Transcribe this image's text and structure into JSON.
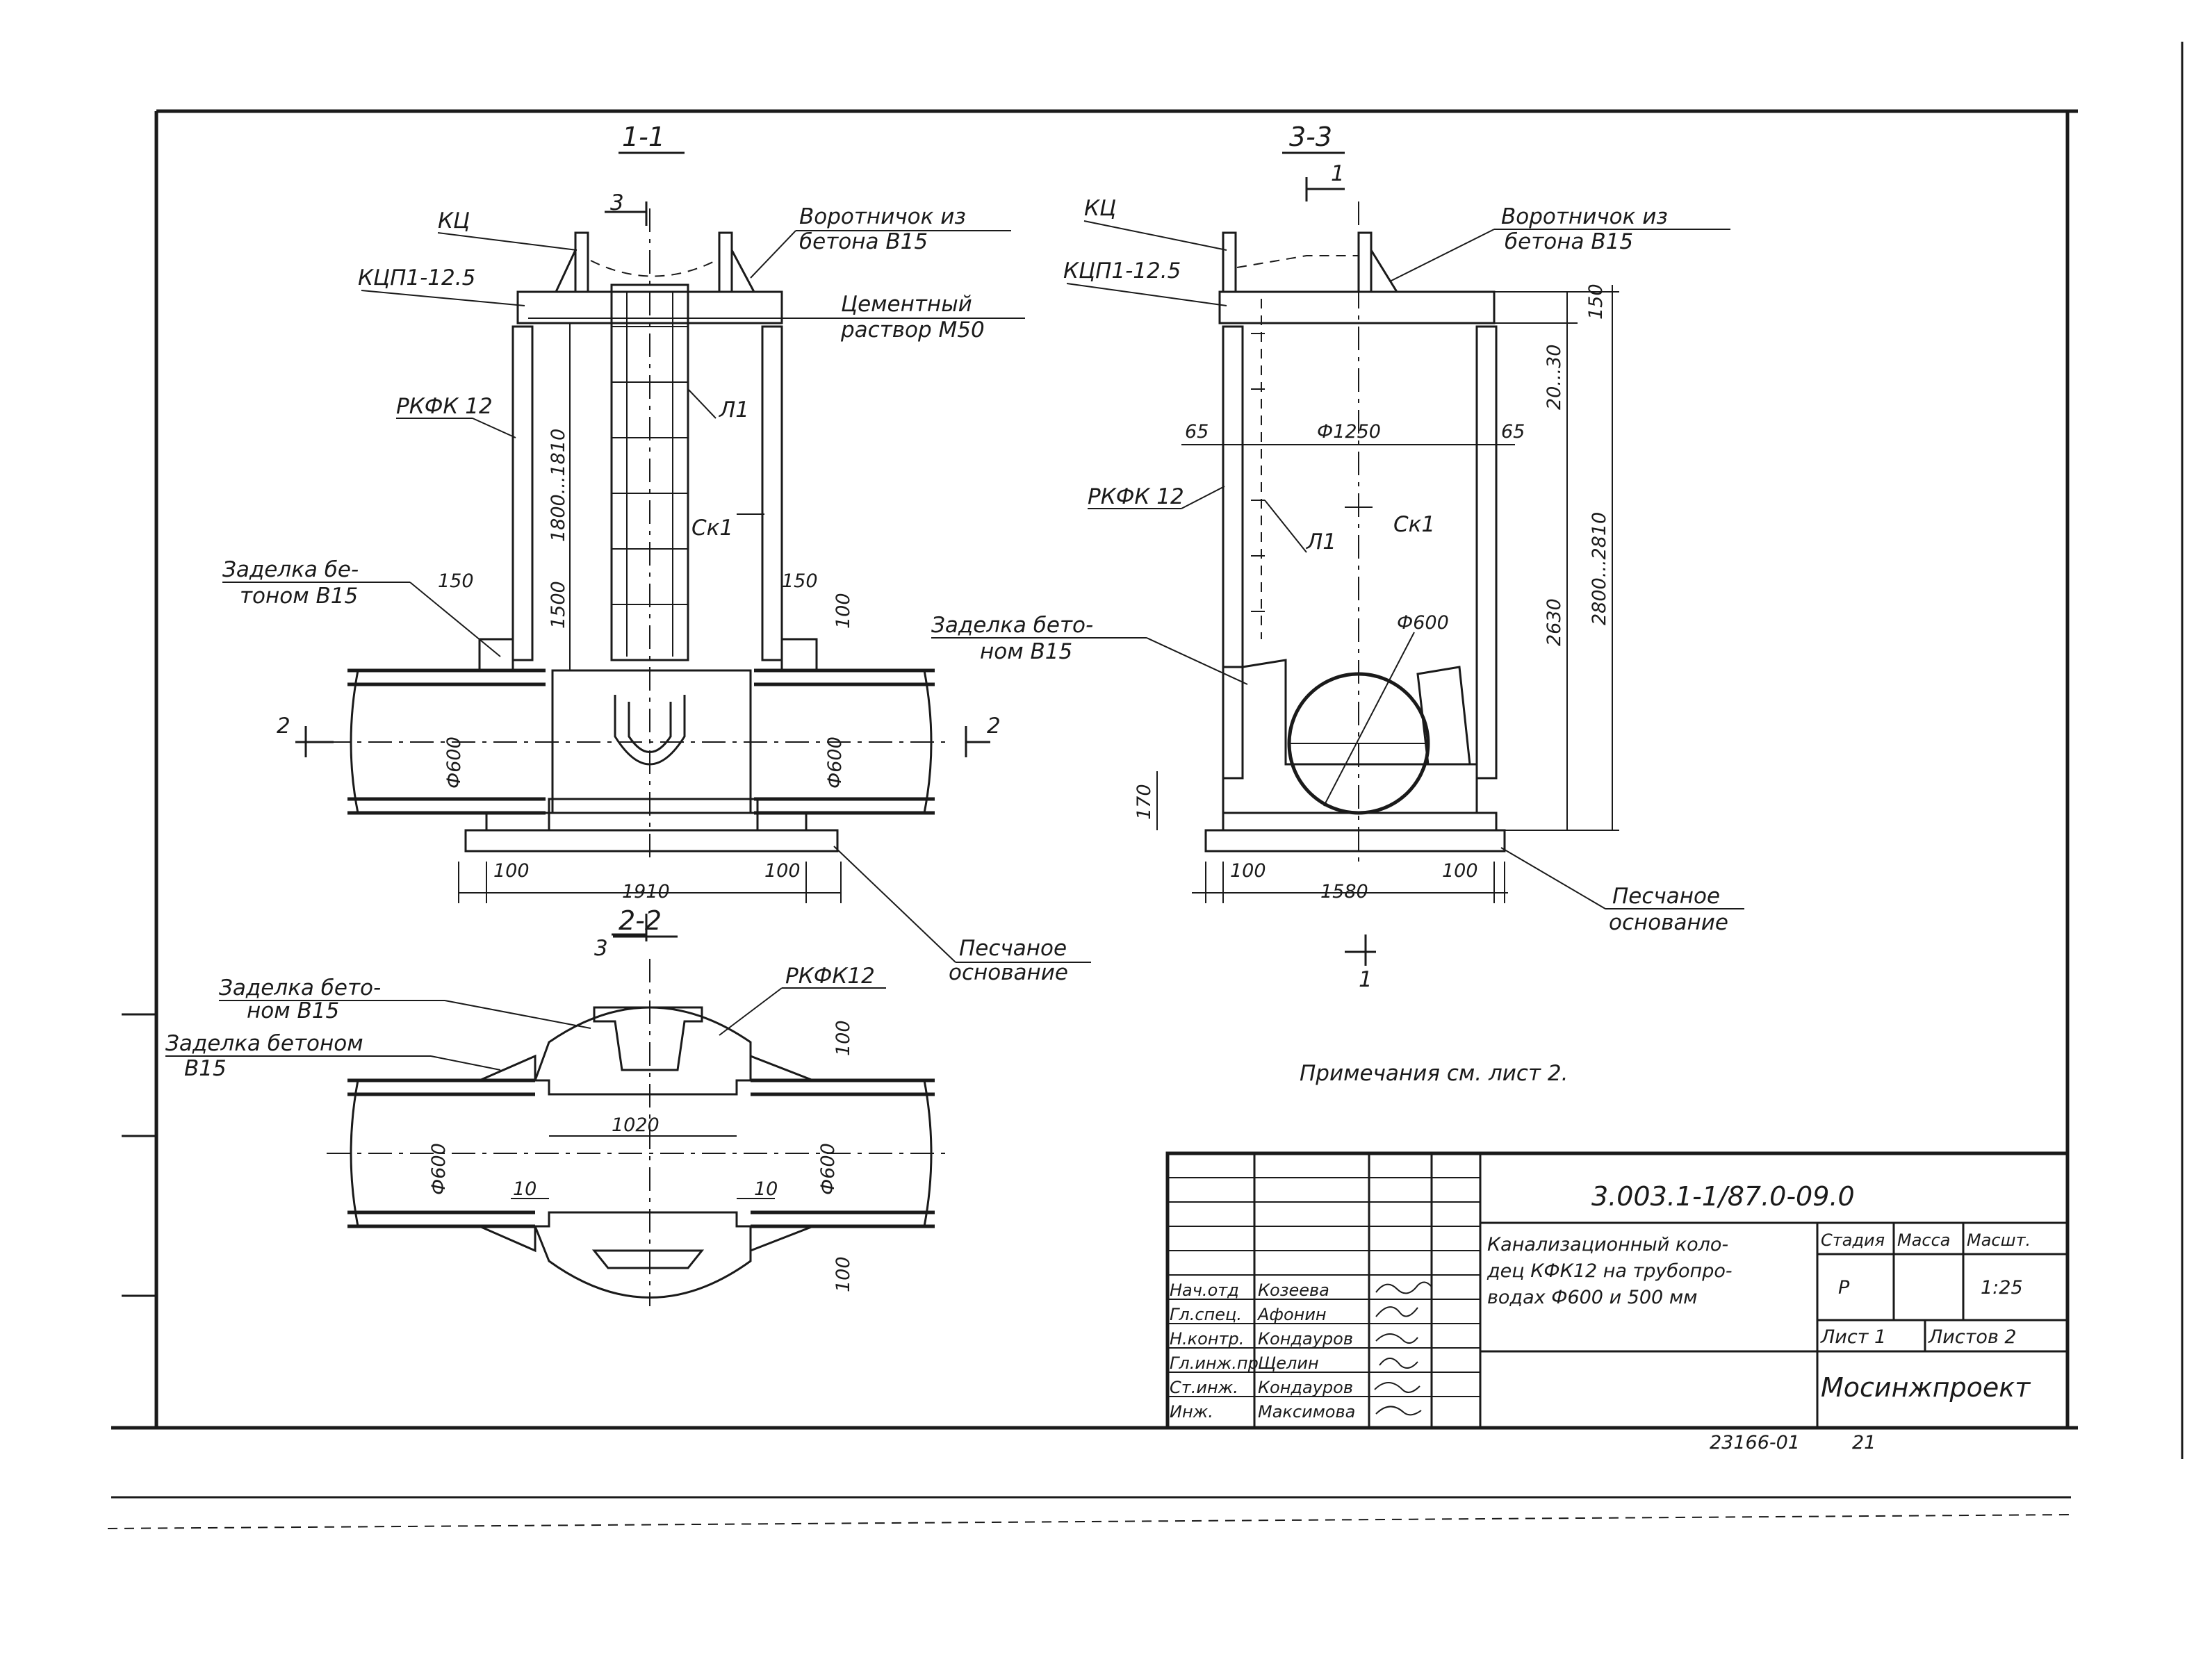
{
  "sections": {
    "s11_title": "1-1",
    "s33_title": "3-3",
    "s22_title": "2-2",
    "mark_3_top": "3",
    "mark_3_bottom": "3",
    "mark_1_top": "1",
    "mark_1_bottom": "1",
    "mark_2_left": "2",
    "mark_2_right": "2"
  },
  "labels": {
    "kc_1": "КЦ",
    "kcp_1": "КЦП1-12.5",
    "collar_1a": "Воротничок из",
    "collar_1b": "бетона В15",
    "mortar_a": "Цементный",
    "mortar_b": "раствор М50",
    "ring_1": "РКФК 12",
    "l1_1": "Л1",
    "sk1_1": "Ск1",
    "seal_1a": "Заделка бе-",
    "seal_1b": "тоном В15",
    "sand_1a": "Песчаное",
    "sand_1b": "основание",
    "kc_3": "КЦ",
    "kcp_3": "КЦП1-12.5",
    "collar_3a": "Воротничок из",
    "collar_3b": "бетона В15",
    "ring_3": "РКФК 12",
    "l1_3": "Л1",
    "sk1_3": "Ск1",
    "seal_3a": "Заделка бето-",
    "seal_3b": "ном В15",
    "sand_3a": "Песчаное",
    "sand_3b": "основание",
    "seal_2a": "Заделка бето-",
    "seal_2b": "ном В15",
    "seal_2c": "Заделка бетоном",
    "seal_2d": "В15",
    "ring_2": "РКФК12"
  },
  "dimensions": {
    "d_1800": "1800...1810",
    "d_1500": "1500",
    "d_150_l": "150",
    "d_150_r": "150",
    "d_100_v1": "100",
    "d_600_l1": "Ф600",
    "d_600_r1": "Ф600",
    "d_170": "170",
    "d_100_a": "100",
    "d_1910": "1910",
    "d_100_b": "100",
    "d_65_l": "65",
    "d_1250": "Ф1250",
    "d_65_r": "65",
    "d_150_t": "150",
    "d_20_30": "20...30",
    "d_2630": "2630",
    "d_2800": "2800...2810",
    "d_600_3": "Ф600",
    "d_100_c": "100",
    "d_1580": "1580",
    "d_100_d": "100",
    "d_1020": "1020",
    "d_600_l2": "Ф600",
    "d_600_r2": "Ф600",
    "d_10_l": "10",
    "d_10_r": "10",
    "d_100_top2": "100",
    "d_100_bot2": "100"
  },
  "note": "Примечания см. лист 2.",
  "title_block": {
    "code": "3.003.1-1/87.0-09.0",
    "desc_1": "Канализационный коло-",
    "desc_2": "дец КФК12 на трубопро-",
    "desc_3": "водах Ф600 и 500 мм",
    "h_stage": "Стадия",
    "h_mass": "Масса",
    "h_scale": "Масшт.",
    "v_stage": "Р",
    "v_scale": "1:25",
    "sheet": "Лист 1",
    "sheets": "Листов 2",
    "org": "Мосинжпроект",
    "signers": [
      {
        "role": "Нач.отд",
        "name": "Козеева"
      },
      {
        "role": "Гл.спец.",
        "name": "Афонин"
      },
      {
        "role": "Н.контр.",
        "name": "Кондауров"
      },
      {
        "role": "Гл.инж.пр",
        "name": "Щелин"
      },
      {
        "role": "Ст.инж.",
        "name": "Кондауров"
      },
      {
        "role": "Инж.",
        "name": "Максимова"
      }
    ]
  },
  "footer": {
    "archive": "23166-01",
    "page": "21"
  }
}
